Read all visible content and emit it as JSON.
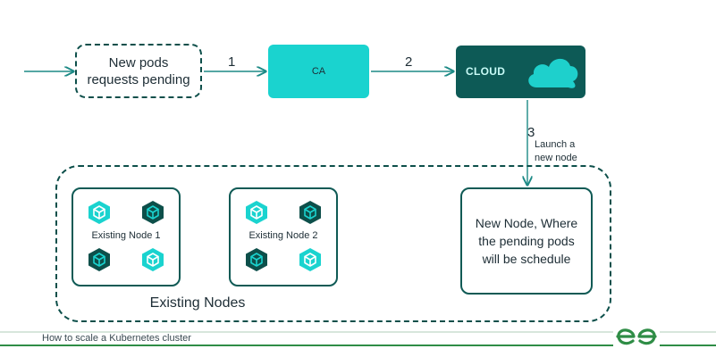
{
  "flow": {
    "pending_box": {
      "line1": "New pods",
      "line2": "requests pending"
    },
    "ca_box": {
      "label": "CA"
    },
    "cloud_box": {
      "label": "CLOUD",
      "icon": "cloud-icon"
    },
    "steps": {
      "step1": "1",
      "step2": "2",
      "step3": "3"
    },
    "launch_note": {
      "line1": "Launch a",
      "line2": "new node"
    }
  },
  "cluster": {
    "nodes": [
      {
        "title": "Existing Node 1"
      },
      {
        "title": "Existing Node 2"
      }
    ],
    "new_node": {
      "line1": "New Node, Where",
      "line2": "the pending pods",
      "line3": "will be schedule"
    },
    "caption": "Existing Nodes"
  },
  "footer": {
    "text": "How to scale a Kubernetes cluster",
    "logo": "gfg-logo"
  },
  "colors": {
    "teal_light": "#1ad3cf",
    "teal_dark": "#0d5a56",
    "border_dark": "#0d4f4a",
    "brand_green": "#2f8d46"
  }
}
